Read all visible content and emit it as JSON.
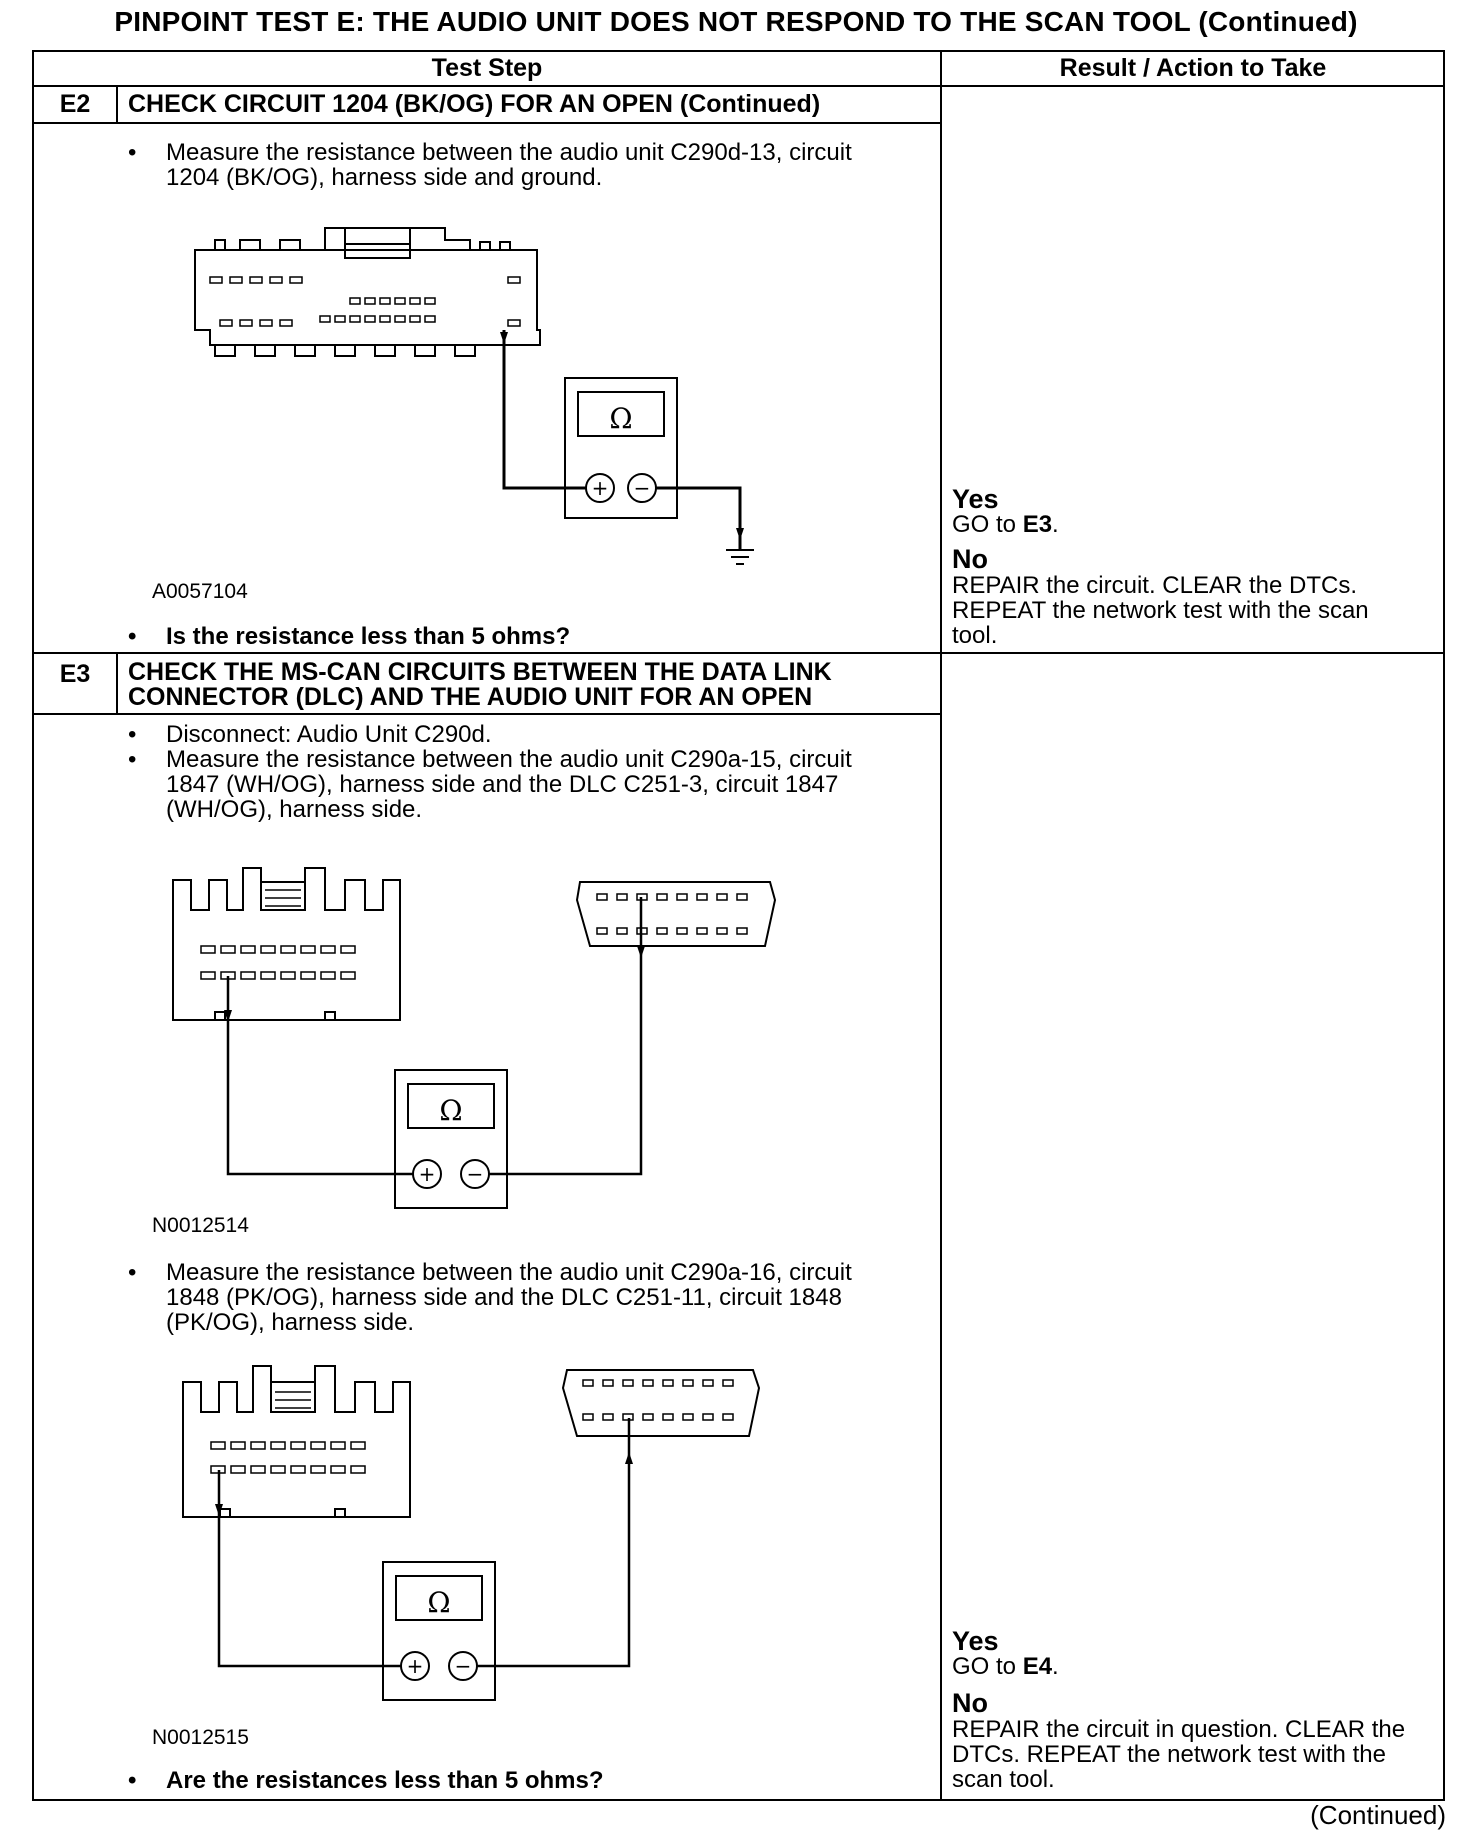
{
  "page_title": "PINPOINT TEST  E: THE AUDIO UNIT DOES NOT RESPOND TO THE SCAN TOOL (Continued)",
  "headers": {
    "test_step": "Test Step",
    "result": "Result / Action to Take"
  },
  "e2": {
    "id": "E2",
    "title": "CHECK CIRCUIT 1204 (BK/OG) FOR AN OPEN (Continued)",
    "instruction_1": "Measure the resistance between the audio unit C290d-13, circuit",
    "instruction_2": "1204 (BK/OG), harness side and ground.",
    "figure_id": "A0057104",
    "question": "Is the resistance less than 5 ohms?",
    "yes_label": "Yes",
    "yes_prefix": "GO to ",
    "yes_target": "E3",
    "yes_suffix": ".",
    "no_label": "No",
    "no_line1": "REPAIR the circuit. CLEAR the DTCs.",
    "no_line2": "REPEAT the network test with the scan",
    "no_line3": "tool."
  },
  "e3": {
    "id": "E3",
    "title_1": "CHECK THE MS-CAN CIRCUITS BETWEEN THE DATA LINK",
    "title_2": "CONNECTOR (DLC) AND THE AUDIO UNIT FOR AN OPEN",
    "disconnect": "Disconnect: Audio Unit C290d.",
    "measure1_1": "Measure the resistance between the audio unit C290a-15, circuit",
    "measure1_2": "1847 (WH/OG), harness side and the DLC C251-3, circuit 1847",
    "measure1_3": "(WH/OG), harness side.",
    "figure1_id": "N0012514",
    "measure2_1": "Measure the resistance between the audio unit C290a-16, circuit",
    "measure2_2": "1848 (PK/OG), harness side and the DLC C251-11, circuit 1848",
    "measure2_3": "(PK/OG), harness side.",
    "figure2_id": "N0012515",
    "question": "Are the resistances less than 5 ohms?",
    "yes_label": "Yes",
    "yes_prefix": "GO to ",
    "yes_target": "E4",
    "yes_suffix": ".",
    "no_label": "No",
    "no_line1": "REPAIR the circuit in question. CLEAR the",
    "no_line2": "DTCs. REPEAT the network test with the",
    "no_line3": "scan tool."
  },
  "meter_symbol": "Ω",
  "plus_symbol": "+",
  "minus_symbol": "−",
  "continued": "(Continued)"
}
